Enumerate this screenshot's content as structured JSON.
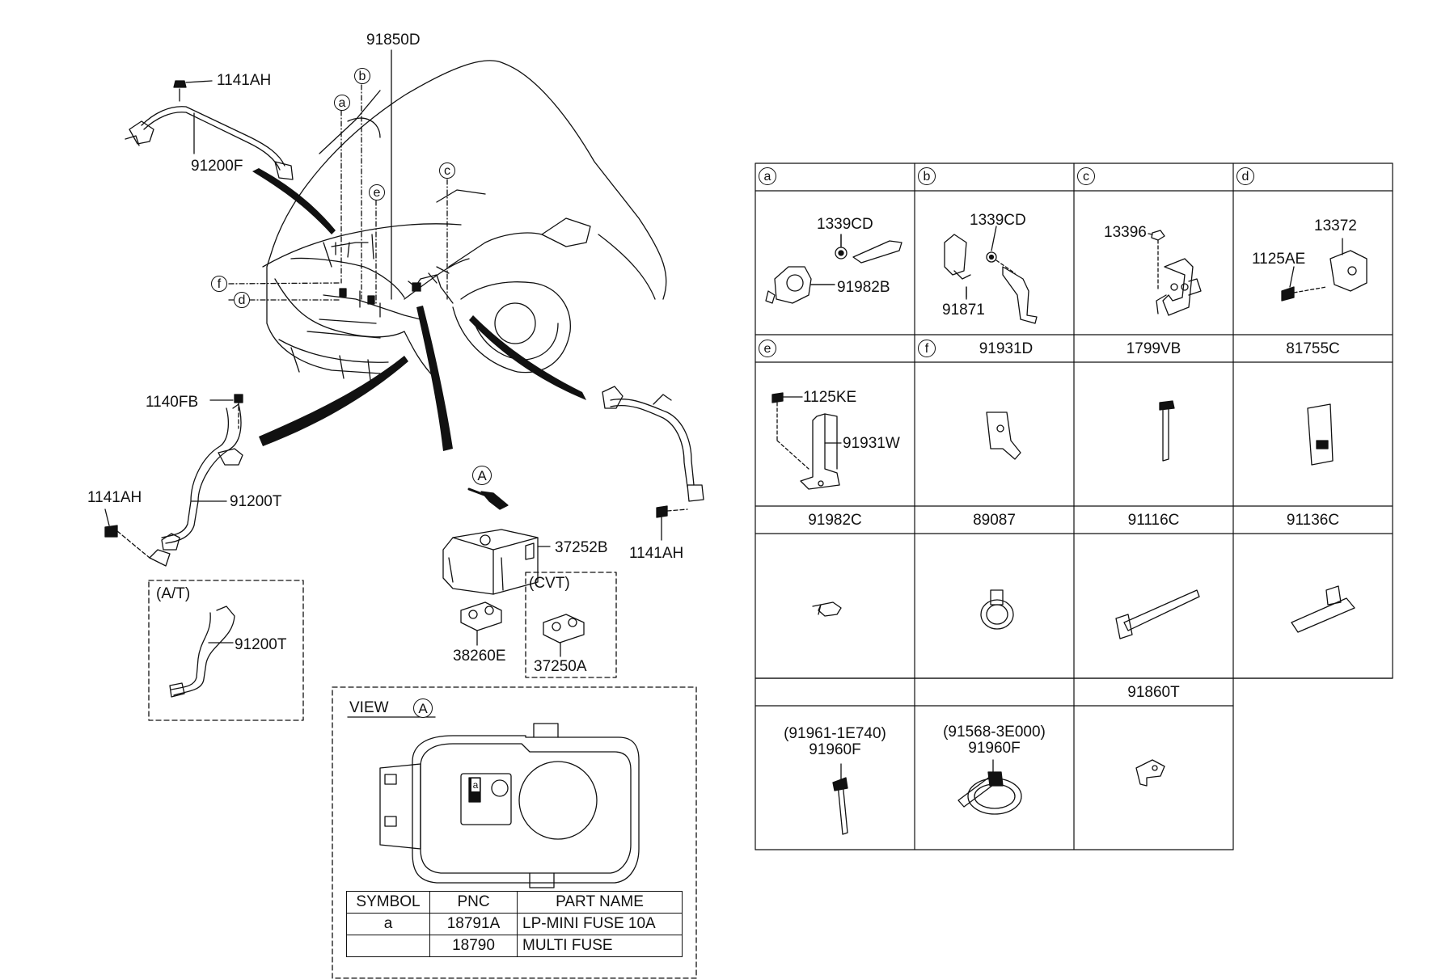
{
  "diagram": {
    "labels": {
      "l_91850D": "91850D",
      "l_1141AH_top": "1141AH",
      "l_91200F": "91200F",
      "l_1140FB": "1140FB",
      "l_1141AH_left": "1141AH",
      "l_91200T": "91200T",
      "l_1141AH_right": "1141AH",
      "l_37252B": "37252B",
      "l_38260E": "38260E",
      "l_37250A": "37250A",
      "l_AT": "(A/T)",
      "l_91200T_at": "91200T",
      "l_CVT": "(CVT)",
      "l_view": "VIEW"
    },
    "callouts": {
      "a": "a",
      "b": "b",
      "c": "c",
      "d": "d",
      "e": "e",
      "f": "f",
      "A": "A",
      "A_view": "A",
      "fuse_a": "a"
    }
  },
  "parts_grid": {
    "row1": {
      "headers": [
        "a",
        "b",
        "c",
        "d"
      ],
      "a_parts": [
        "1339CD",
        "91982B"
      ],
      "b_parts": [
        "1339CD",
        "91871"
      ],
      "c_parts": [
        "13396"
      ],
      "d_parts": [
        "13372",
        "1125AE"
      ]
    },
    "row2": {
      "headers": [
        "e",
        "91931D",
        "1799VB",
        "81755C"
      ],
      "f_circle": "f",
      "e_parts": [
        "1125KE",
        "91931W"
      ]
    },
    "row3": {
      "headers": [
        "91982C",
        "89087",
        "91116C",
        "91136C"
      ]
    },
    "row4": {
      "headers": [
        "",
        "",
        "91860T"
      ],
      "col1_part": "(91961-1E740)",
      "col1_pnc": "91960F",
      "col2_part": "(91568-3E000)",
      "col2_pnc": "91960F"
    }
  },
  "fuse_table": {
    "headers": [
      "SYMBOL",
      "PNC",
      "PART NAME"
    ],
    "rows": [
      {
        "symbol": "a",
        "pnc": "18791A",
        "name": "LP-MINI FUSE 10A"
      },
      {
        "symbol": "",
        "pnc": "18790",
        "name": "MULTI FUSE"
      }
    ]
  }
}
